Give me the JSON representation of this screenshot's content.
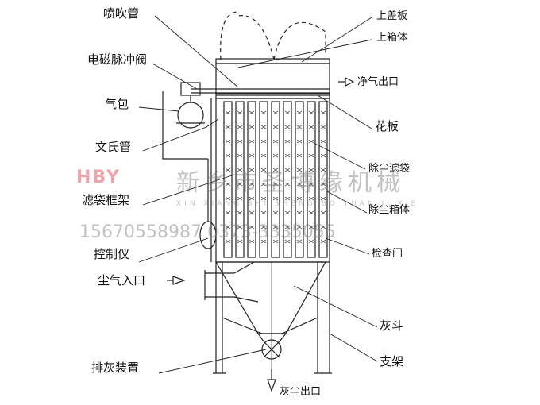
{
  "labels_left": [
    "喷吹管",
    "电磁脉冲阀",
    "气包",
    "文氏管",
    "滤袋框架",
    "控制仪",
    "尘气入口",
    "排灰装置"
  ],
  "labels_right": [
    "上盖板",
    "上箱体",
    "净气出口",
    "花板",
    "除尘滤袋",
    "除尘箱体",
    "检查门",
    "灰斗",
    "支架",
    "灰尘出口"
  ],
  "watermark": {
    "company": "新乡市圣博缘机械",
    "pinyin": "XIN XIANG SHI SHENG BO YUAN JI XIE",
    "phone": "15670558987  0373-3335055",
    "logo_color": "#d84a5a"
  }
}
